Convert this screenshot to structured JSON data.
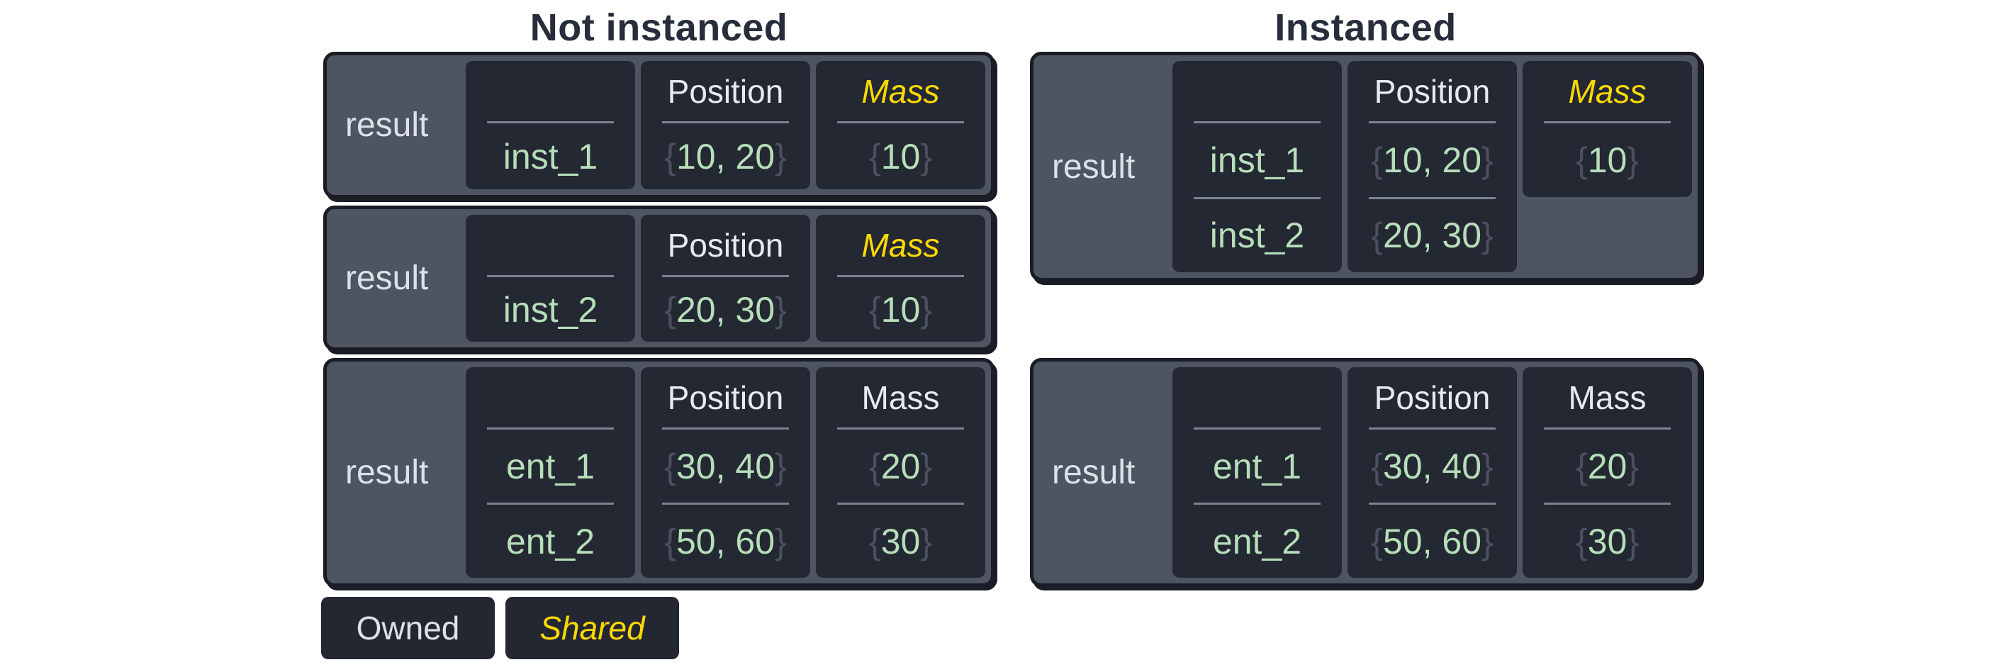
{
  "titles": {
    "left": "Not instanced",
    "right": "Instanced"
  },
  "syntax": {
    "brace_open": "{",
    "brace_close": "}"
  },
  "legend": {
    "owned": "Owned",
    "shared": "Shared"
  },
  "colors": {
    "owned_text": "#e8eaee",
    "shared_text": "#ffd900",
    "value_green": "#b6deba",
    "brace_gray": "#4a505e",
    "box_bg": "#4e5462",
    "cell_bg": "#242832",
    "box_border": "#1a1d25",
    "divider": "#7b8290",
    "title_text": "#272d3a"
  },
  "tables": {
    "ni1": {
      "row_label": "result",
      "columns": [
        {
          "header": "",
          "kind": "entity",
          "values": [
            "inst_1"
          ]
        },
        {
          "header": "Position",
          "kind": "braced",
          "values": [
            "10, 20"
          ]
        },
        {
          "header": "Mass",
          "kind": "braced",
          "shared": true,
          "values": [
            "10"
          ]
        }
      ]
    },
    "ni2": {
      "row_label": "result",
      "columns": [
        {
          "header": "",
          "kind": "entity",
          "values": [
            "inst_2"
          ]
        },
        {
          "header": "Position",
          "kind": "braced",
          "values": [
            "20, 30"
          ]
        },
        {
          "header": "Mass",
          "kind": "braced",
          "shared": true,
          "values": [
            "10"
          ]
        }
      ]
    },
    "ni3": {
      "row_label": "result",
      "columns": [
        {
          "header": "",
          "kind": "entity",
          "values": [
            "ent_1",
            "ent_2"
          ]
        },
        {
          "header": "Position",
          "kind": "braced",
          "values": [
            "30, 40",
            "50, 60"
          ]
        },
        {
          "header": "Mass",
          "kind": "braced",
          "shared": false,
          "values": [
            "20",
            "30"
          ]
        }
      ]
    },
    "i1": {
      "row_label": "result",
      "columns": [
        {
          "header": "",
          "kind": "entity",
          "values": [
            "inst_1",
            "inst_2"
          ]
        },
        {
          "header": "Position",
          "kind": "braced",
          "values": [
            "10, 20",
            "20, 30"
          ]
        },
        {
          "header": "Mass",
          "kind": "braced",
          "shared": true,
          "short": true,
          "values": [
            "10"
          ]
        }
      ]
    },
    "i2": {
      "row_label": "result",
      "columns": [
        {
          "header": "",
          "kind": "entity",
          "values": [
            "ent_1",
            "ent_2"
          ]
        },
        {
          "header": "Position",
          "kind": "braced",
          "values": [
            "30, 40",
            "50, 60"
          ]
        },
        {
          "header": "Mass",
          "kind": "braced",
          "shared": false,
          "values": [
            "20",
            "30"
          ]
        }
      ]
    }
  }
}
